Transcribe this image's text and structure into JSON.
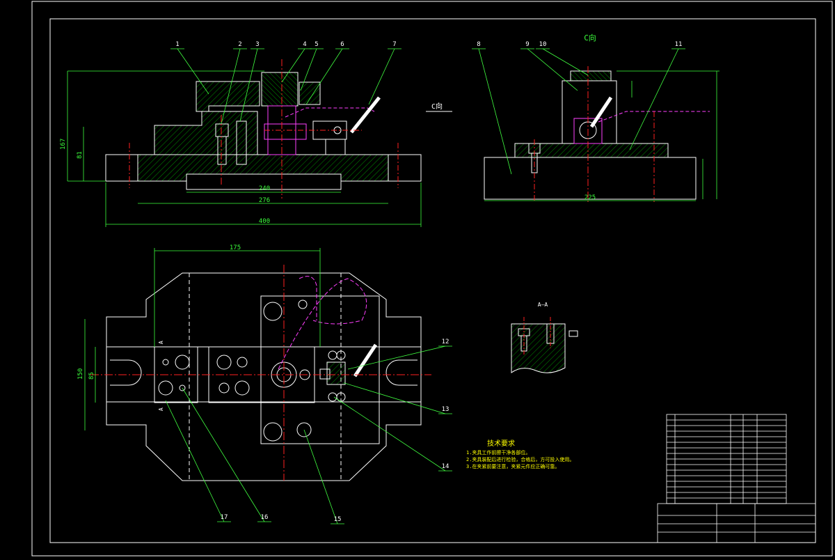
{
  "drawing": {
    "view_c_label": "C向",
    "view_c_arrow_label": "C向",
    "section_label": "A—A",
    "section_marks": [
      "A",
      "A"
    ],
    "tech_req_title": "技术要求",
    "tech_req_lines": [
      "1.夹具工作前擦干净各部位。",
      "2.夹具装配后进行检验，合格后，方可投入使用。",
      "3.在夹紧前要注意，夹紧元件应正确可靠。"
    ],
    "part_numbers": [
      "1",
      "2",
      "3",
      "4",
      "5",
      "6",
      "7",
      "8",
      "9",
      "10",
      "11",
      "12",
      "13",
      "14",
      "15",
      "16",
      "17"
    ],
    "dims_front": {
      "overall": "400",
      "base": "276",
      "mid": "240",
      "height": "167",
      "h2": "81"
    },
    "dims_side": {
      "width": "225"
    },
    "dims_top": {
      "length": "175",
      "h1": "150",
      "h2": "85"
    }
  },
  "colors": {
    "background": "#000000",
    "frame": "#ffffff",
    "outline": "#ffffff",
    "hatch": "#00c800",
    "dimension": "#3cff3c",
    "center_line": "#ff2020",
    "phantom": "#ff40ff",
    "leader": "#40ff40",
    "notes": "#ffff00",
    "bolts": "#d0d0d0"
  }
}
